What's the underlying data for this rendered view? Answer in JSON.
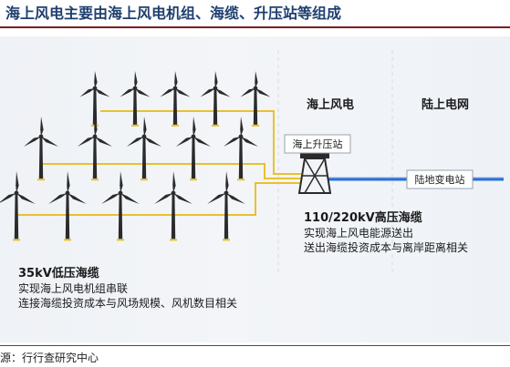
{
  "title": "海上风电主要由海上风电机组、海缆、升压站等组成",
  "zones": {
    "offshore": "海上风电",
    "onshore": "陆上电网"
  },
  "substations": {
    "offshore": "海上升压站",
    "onshore": "陆地变电站"
  },
  "high_voltage": {
    "heading": "110/220kV高压海缆",
    "line1": "实现海上风电能源送出",
    "line2": "送出海缆投资成本与离岸距离相关"
  },
  "low_voltage": {
    "heading": "35kV低压海缆",
    "line1": "实现海上风电机组串联",
    "line2": "连接海缆投资成本与风场规模、风机数目相关"
  },
  "source": "源：行行查研究中心",
  "colors": {
    "title": "#1f3f6e",
    "low_voltage_cable": "#e9c12f",
    "high_voltage_cable": "#2f6fd1",
    "substation_fill": "#ffffff",
    "rule": "#7a1f24"
  }
}
